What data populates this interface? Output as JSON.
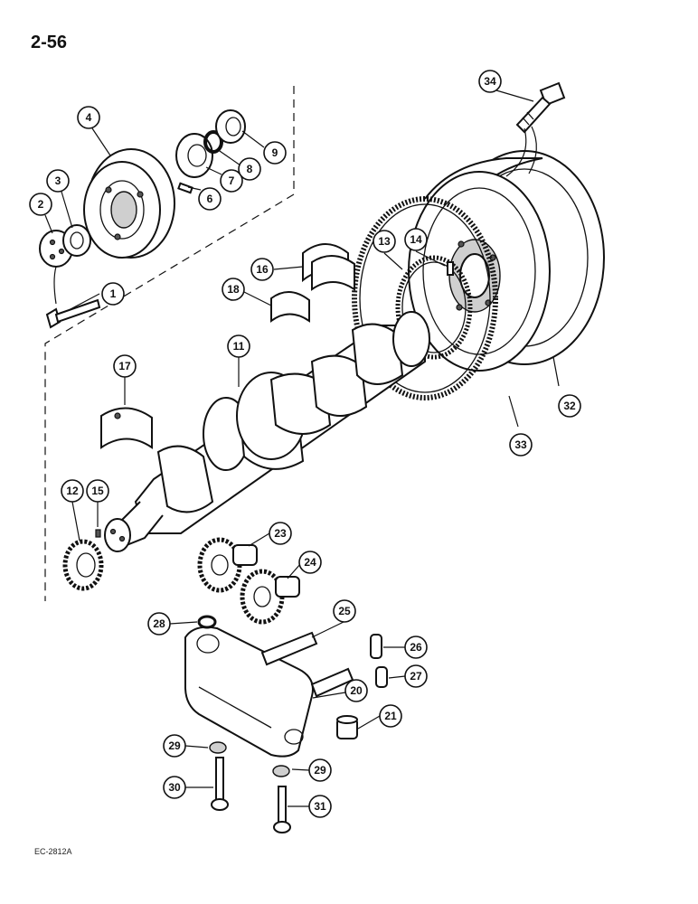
{
  "page": {
    "number": "2-56",
    "figure_code": "EC-2812A"
  },
  "callouts": [
    {
      "id": "c1",
      "label": "1"
    },
    {
      "id": "c2",
      "label": "2"
    },
    {
      "id": "c3",
      "label": "3"
    },
    {
      "id": "c4",
      "label": "4"
    },
    {
      "id": "c6",
      "label": "6"
    },
    {
      "id": "c7",
      "label": "7"
    },
    {
      "id": "c8",
      "label": "8"
    },
    {
      "id": "c9",
      "label": "9"
    },
    {
      "id": "c11",
      "label": "11"
    },
    {
      "id": "c12",
      "label": "12"
    },
    {
      "id": "c13",
      "label": "13"
    },
    {
      "id": "c14",
      "label": "14"
    },
    {
      "id": "c15",
      "label": "15"
    },
    {
      "id": "c16",
      "label": "16"
    },
    {
      "id": "c17",
      "label": "17"
    },
    {
      "id": "c18",
      "label": "18"
    },
    {
      "id": "c20",
      "label": "20"
    },
    {
      "id": "c21",
      "label": "21"
    },
    {
      "id": "c23",
      "label": "23"
    },
    {
      "id": "c24",
      "label": "24"
    },
    {
      "id": "c25",
      "label": "25"
    },
    {
      "id": "c26",
      "label": "26"
    },
    {
      "id": "c27",
      "label": "27"
    },
    {
      "id": "c28",
      "label": "28"
    },
    {
      "id": "c29a",
      "label": "29"
    },
    {
      "id": "c29b",
      "label": "29"
    },
    {
      "id": "c30",
      "label": "30"
    },
    {
      "id": "c31",
      "label": "31"
    },
    {
      "id": "c32",
      "label": "32"
    },
    {
      "id": "c33",
      "label": "33"
    },
    {
      "id": "c34",
      "label": "34"
    }
  ]
}
